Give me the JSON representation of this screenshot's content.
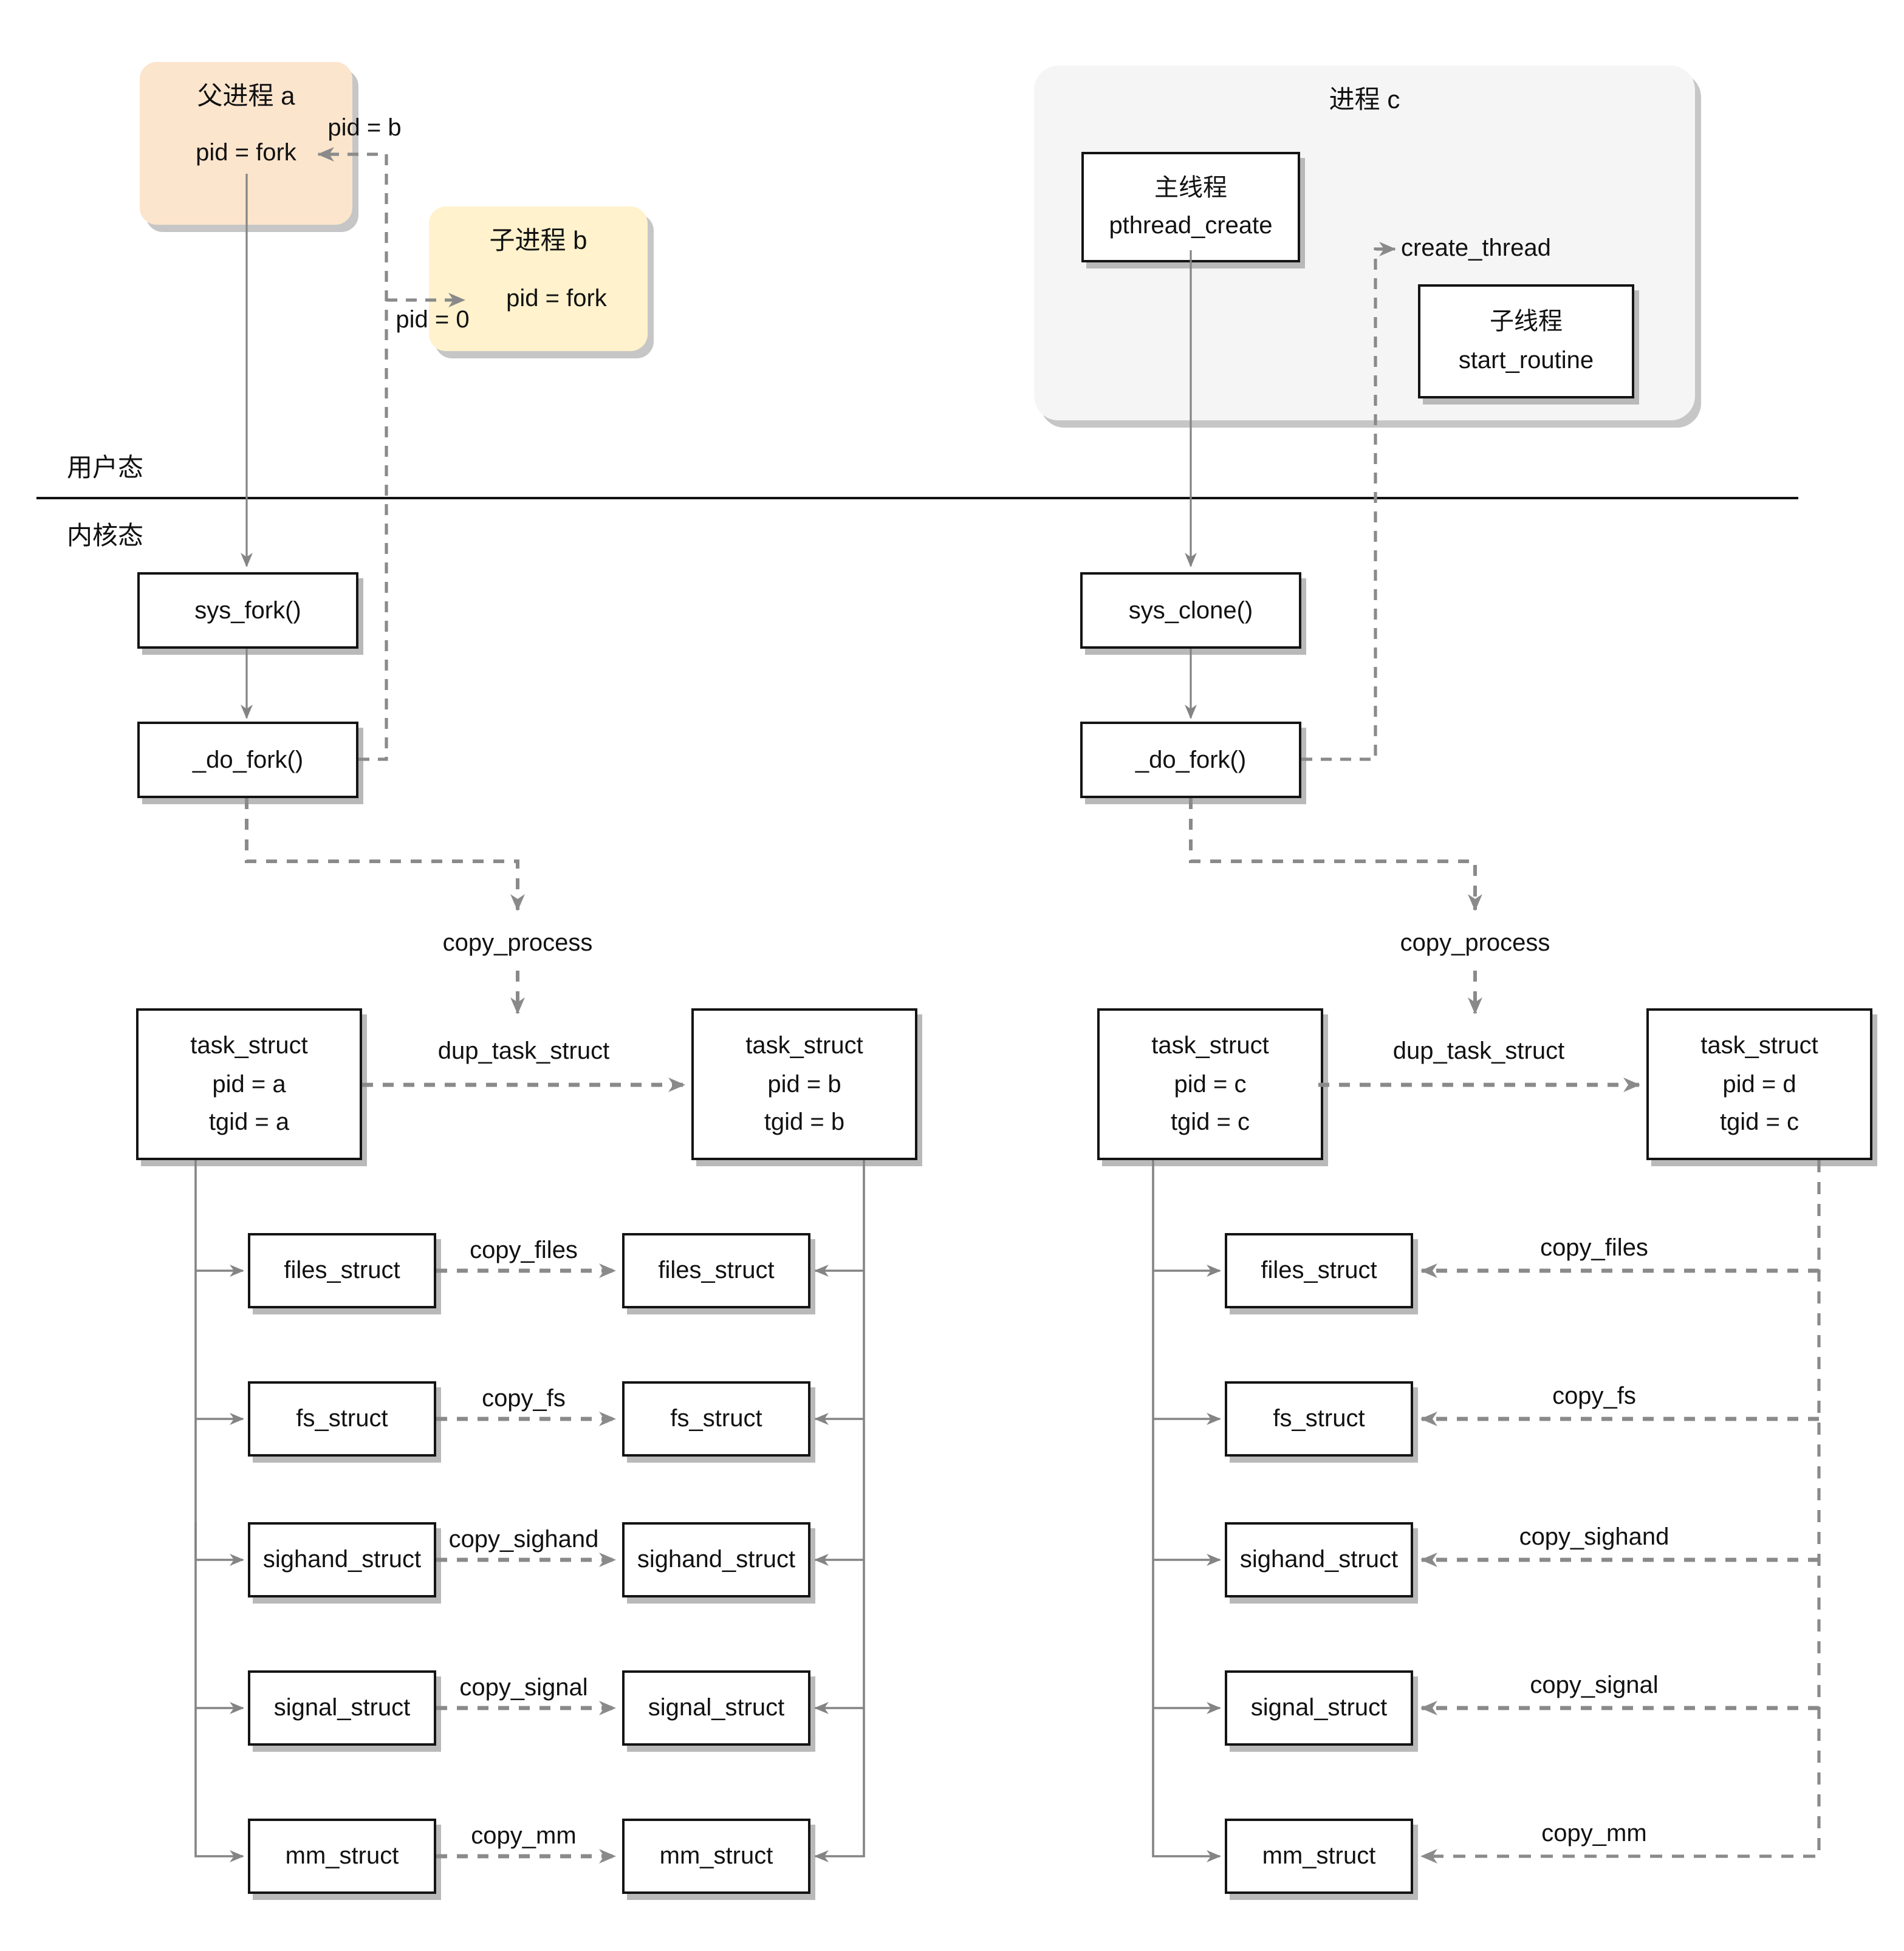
{
  "modes": {
    "user": "用户态",
    "kernel": "内核态"
  },
  "fork_side": {
    "parent": {
      "title": "父进程 a",
      "body": "pid = fork",
      "return_label": "pid = b"
    },
    "child": {
      "title": "子进程 b",
      "body": "pid = fork",
      "return_label": "pid = 0"
    },
    "sys_call": "sys_fork()",
    "do_fork": "_do_fork()",
    "copy_process": "copy_process",
    "dup_task_struct": "dup_task_struct",
    "task_parent": {
      "title": "task_struct",
      "pid": "pid = a",
      "tgid": "tgid = a"
    },
    "task_child": {
      "title": "task_struct",
      "pid": "pid = b",
      "tgid": "tgid = b"
    }
  },
  "clone_side": {
    "process_title": "进程 c",
    "main_thread": {
      "line1": "主线程",
      "line2": "pthread_create"
    },
    "sub_thread": {
      "line1": "子线程",
      "line2": "start_routine"
    },
    "create_thread": "create_thread",
    "sys_call": "sys_clone()",
    "do_fork": "_do_fork()",
    "copy_process": "copy_process",
    "dup_task_struct": "dup_task_struct",
    "task_parent": {
      "title": "task_struct",
      "pid": "pid = c",
      "tgid": "tgid = c"
    },
    "task_child": {
      "title": "task_struct",
      "pid": "pid = d",
      "tgid": "tgid = c"
    }
  },
  "struct_rows": [
    {
      "name": "files_struct",
      "copy": "copy_files"
    },
    {
      "name": "fs_struct",
      "copy": "copy_fs"
    },
    {
      "name": "sighand_struct",
      "copy": "copy_sighand"
    },
    {
      "name": "signal_struct",
      "copy": "copy_signal"
    },
    {
      "name": "mm_struct",
      "copy": "copy_mm"
    }
  ],
  "colors": {
    "parent_fill": "#fce5cd",
    "child_fill": "#fff2cc",
    "process_container_fill": "#f5f5f5",
    "solid_line": "#848484",
    "dashed_line": "#8a8a8a",
    "box_border": "#141414",
    "divider": "#111111"
  }
}
